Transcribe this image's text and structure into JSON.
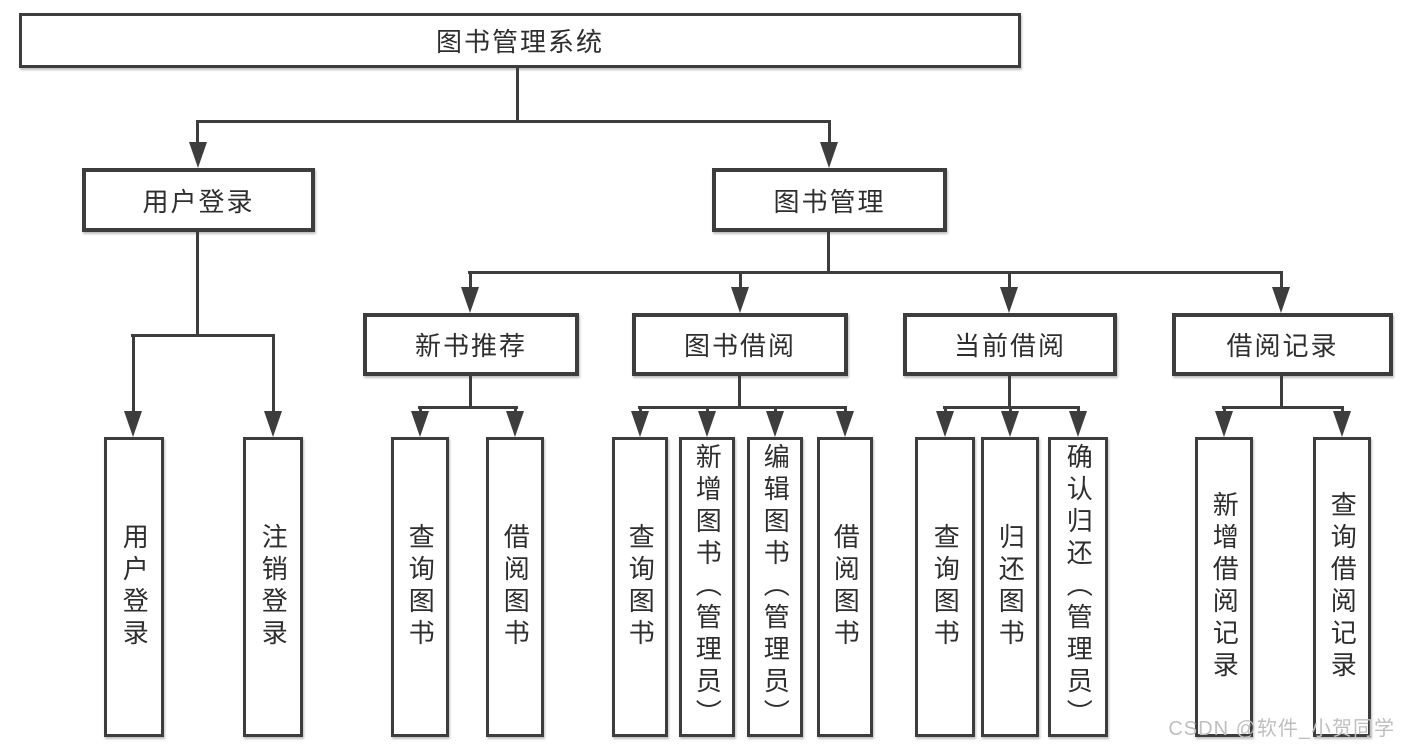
{
  "diagram": {
    "root": {
      "label": "图书管理系统"
    },
    "level2": [
      {
        "label": "用户登录"
      },
      {
        "label": "图书管理"
      }
    ],
    "level3": [
      {
        "label": "新书推荐",
        "parent": "图书管理"
      },
      {
        "label": "图书借阅",
        "parent": "图书管理"
      },
      {
        "label": "当前借阅",
        "parent": "图书管理"
      },
      {
        "label": "借阅记录",
        "parent": "图书管理"
      }
    ],
    "leaves": [
      {
        "label": "用户登录",
        "parent": "用户登录"
      },
      {
        "label": "注销登录",
        "parent": "用户登录"
      },
      {
        "label": "查询图书",
        "parent": "新书推荐"
      },
      {
        "label": "借阅图书",
        "parent": "新书推荐"
      },
      {
        "label": "查询图书",
        "parent": "图书借阅"
      },
      {
        "label": "新增图书（管理员）",
        "parent": "图书借阅"
      },
      {
        "label": "编辑图书（管理员）",
        "parent": "图书借阅"
      },
      {
        "label": "借阅图书",
        "parent": "图书借阅"
      },
      {
        "label": "查询图书",
        "parent": "当前借阅"
      },
      {
        "label": "归还图书",
        "parent": "当前借阅"
      },
      {
        "label": "确认归还（管理员）",
        "parent": "当前借阅"
      },
      {
        "label": "新增借阅记录",
        "parent": "借阅记录"
      },
      {
        "label": "查询借阅记录",
        "parent": "借阅记录"
      }
    ]
  },
  "colors": {
    "line": "#3d3d3d",
    "text": "#2e2e2e",
    "watermark": "#bfbfbf",
    "background": "#ffffff"
  },
  "watermark": {
    "text": "CSDN @软件_小贺同学"
  }
}
